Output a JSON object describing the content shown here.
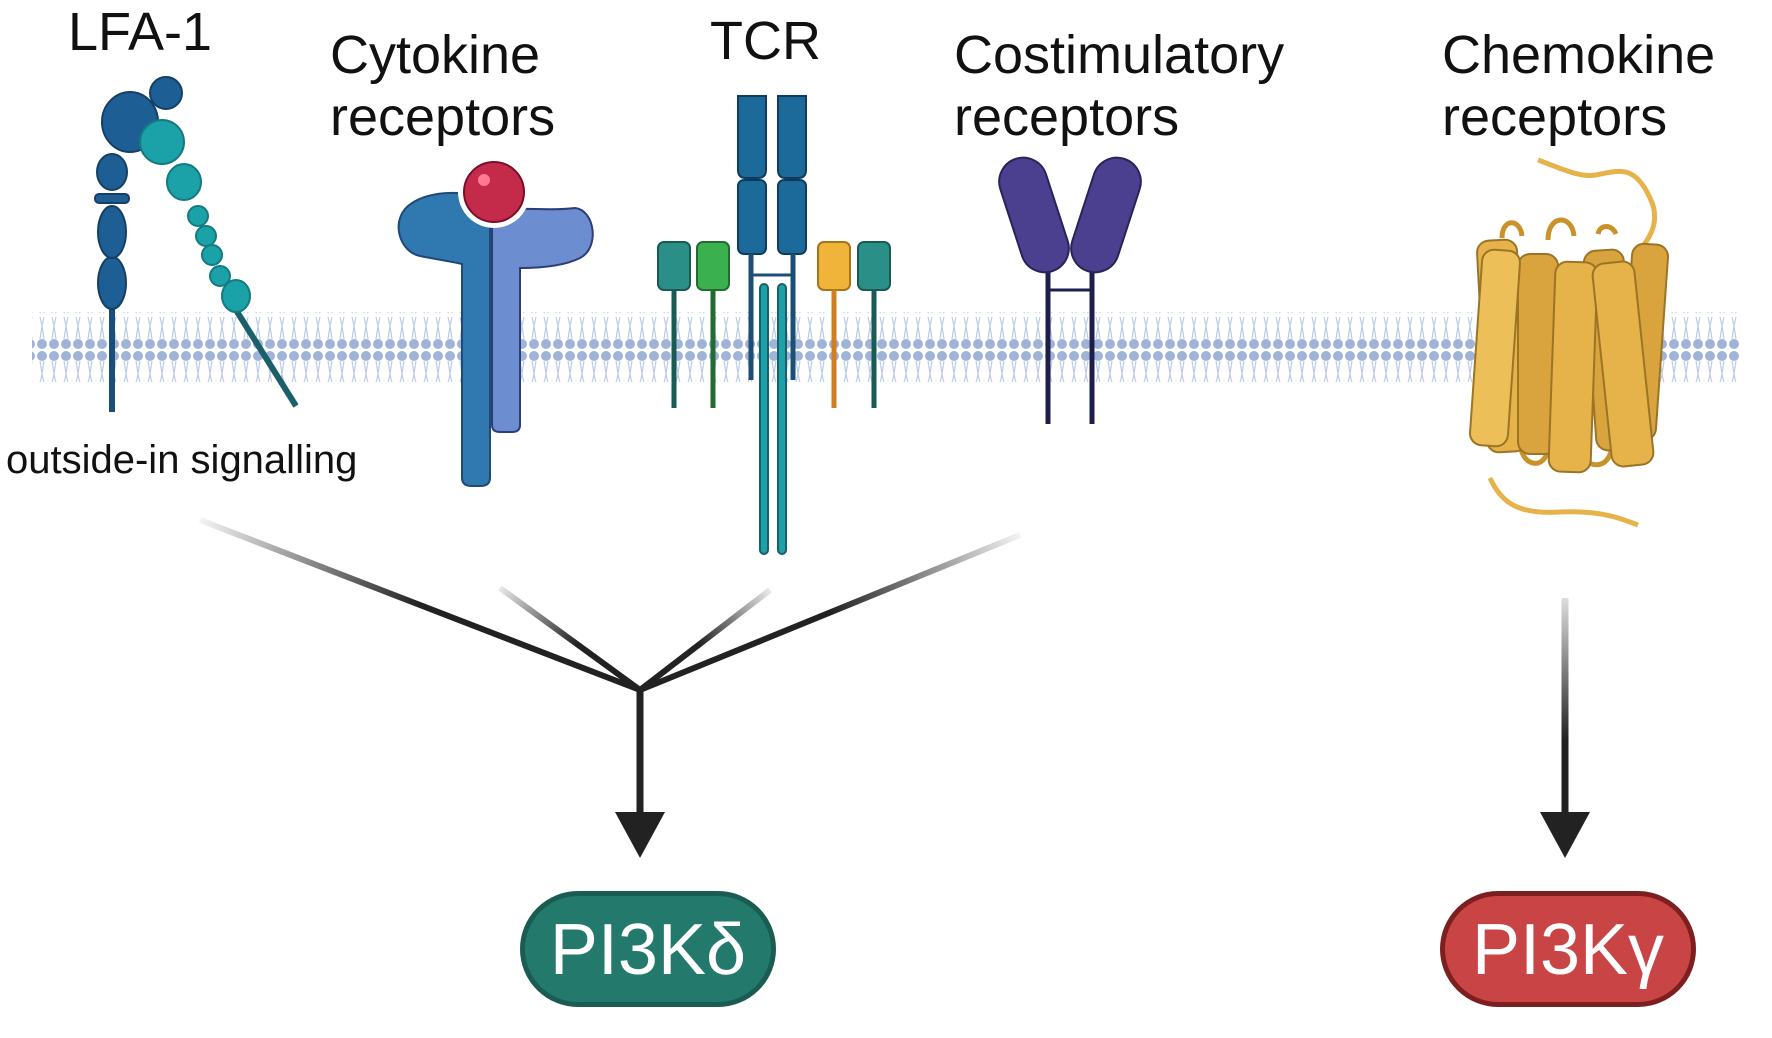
{
  "labels": {
    "lfa1": "LFA-1",
    "cytokine_line1": "Cytokine",
    "cytokine_line2": "receptors",
    "tcr": "TCR",
    "costim_line1": "Costimulatory",
    "costim_line2": "receptors",
    "chemokine_line1": "Chemokine",
    "chemokine_line2": "receptors",
    "outside_in": "outside-in signalling"
  },
  "outputs": {
    "pi3k_delta": "PI3Kδ",
    "pi3k_gamma": "PI3Kγ"
  },
  "colors": {
    "membrane": "#b8c8e4",
    "lfa_alpha": "#1d5f95",
    "lfa_beta": "#1aa2a8",
    "cytokine_left": "#2f78b0",
    "cytokine_right": "#6c8ed0",
    "ligand": "#c42a4a",
    "tcr": "#1c6a9a",
    "costim": "#4b3f8f",
    "gpcr": "#e6b34a",
    "pi3k_delta_fill": "#237a6c",
    "pi3k_delta_border": "#1b5c52",
    "pi3k_gamma_fill": "#c94444",
    "pi3k_gamma_border": "#7e1f1f",
    "arrow": "#222222"
  }
}
